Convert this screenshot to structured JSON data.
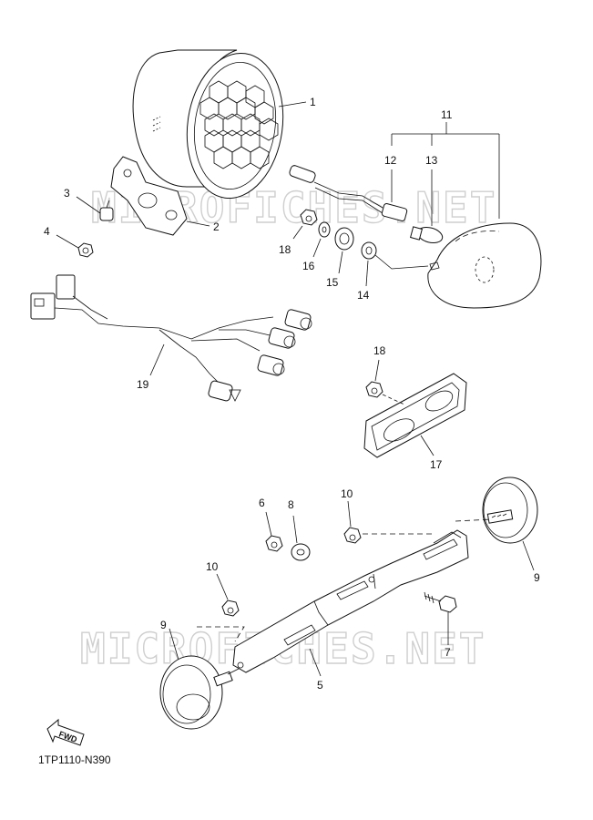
{
  "watermark": "MICROFICHES.NET",
  "diagram_code": "1TP1110-N390",
  "fwd_label": "FWD",
  "labels": {
    "p1": "1",
    "p2": "2",
    "p3": "3",
    "p4": "4",
    "p5": "5",
    "p6": "6",
    "p7": "7",
    "p8": "8",
    "p9a": "9",
    "p9b": "9",
    "p10a": "10",
    "p10b": "10",
    "p11": "11",
    "p12": "12",
    "p13": "13",
    "p14": "14",
    "p15": "15",
    "p16": "16",
    "p17": "17",
    "p18a": "18",
    "p18b": "18",
    "p19": "19"
  }
}
